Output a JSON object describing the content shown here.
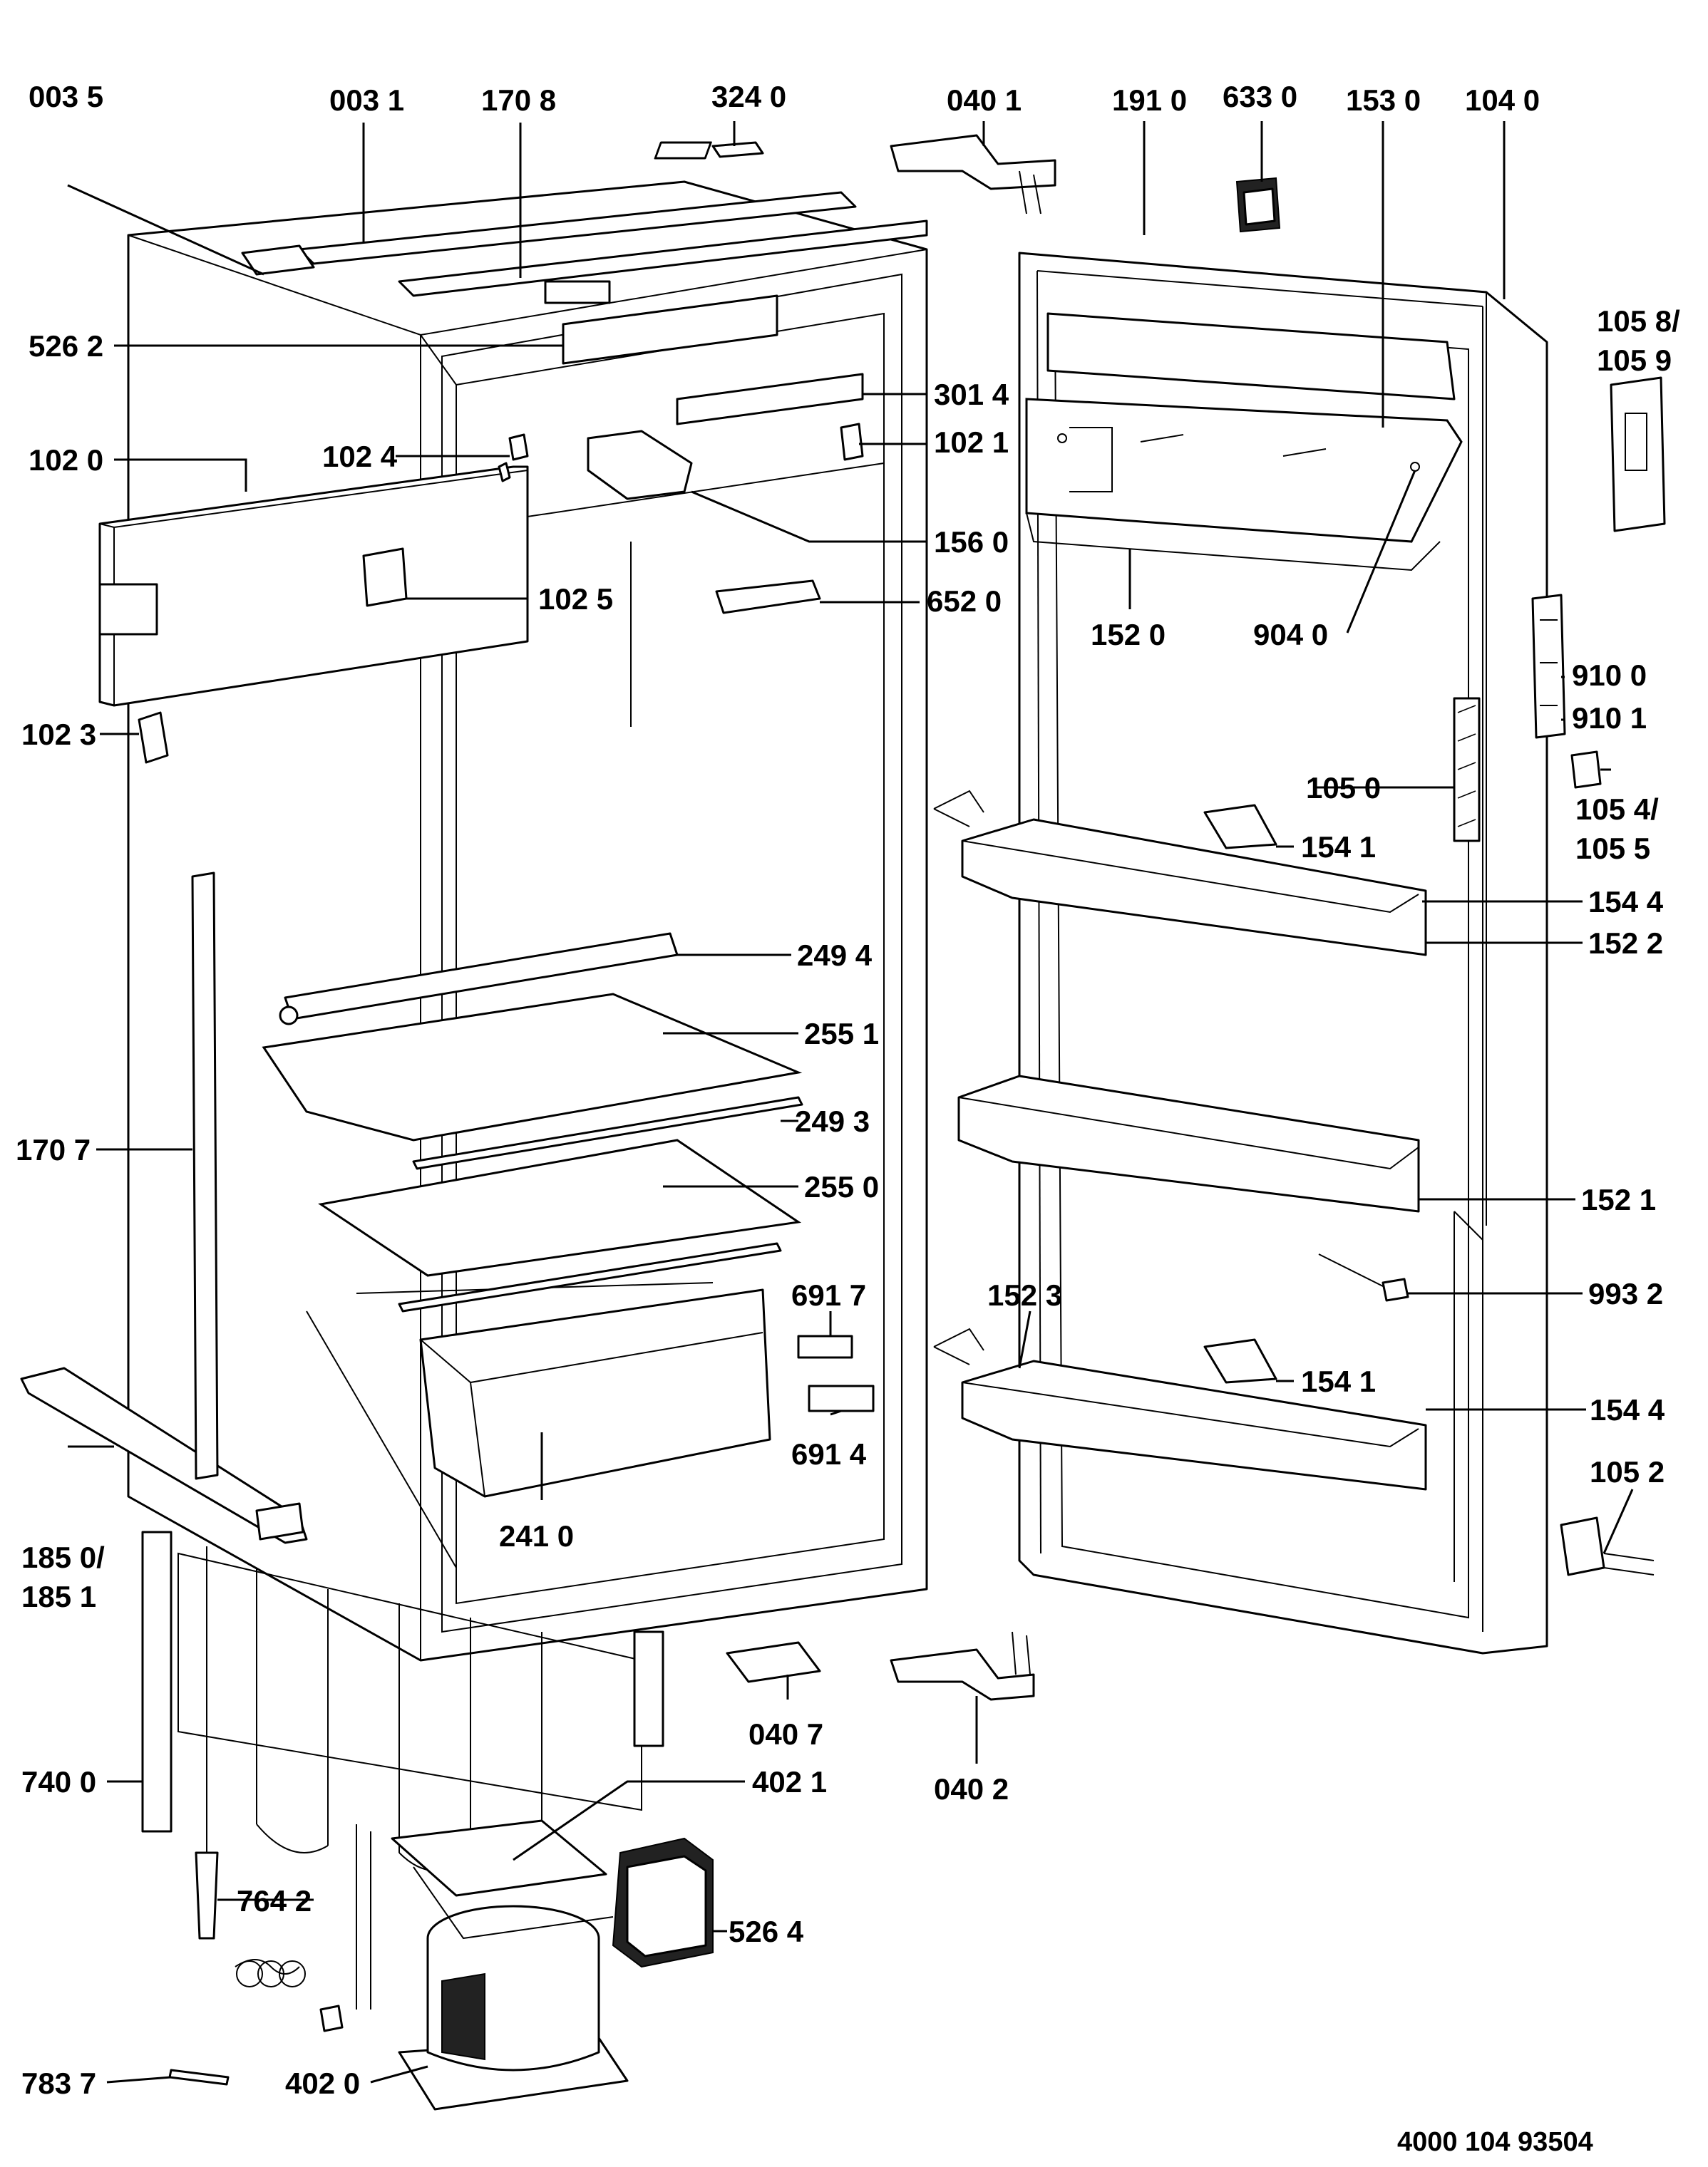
{
  "diagram": {
    "document_id": "4000 104 93504",
    "labels": {
      "l0035": "003 5",
      "l0031": "003 1",
      "l1708": "170 8",
      "l3240": "324 0",
      "l0401": "040 1",
      "l1910": "191 0",
      "l6330": "633 0",
      "l1530": "153 0",
      "l1040": "104 0",
      "l1058": "105 8/",
      "l1059": "105 9",
      "l5262": "526 2",
      "l3014": "301 4",
      "l1020": "102 0",
      "l1024": "102 4",
      "l1021": "102 1",
      "l1560": "156 0",
      "l1025": "102 5",
      "l6520": "652 0",
      "l1520": "152 0",
      "l9040": "904 0",
      "l9100": "910 0",
      "l1023": "102 3",
      "l9101": "910 1",
      "l1050": "105 0",
      "l1054": "105 4/",
      "l1055": "105 5",
      "l1541a": "154 1",
      "l1544a": "154 4",
      "l2494": "249 4",
      "l1522": "152 2",
      "l2551": "255 1",
      "l1707": "170 7",
      "l2493": "249 3",
      "l2550": "255 0",
      "l1521": "152 1",
      "l9932": "993 2",
      "l6917": "691 7",
      "l1523": "152 3",
      "l1541b": "154 1",
      "l1544b": "154 4",
      "l6914": "691 4",
      "l1052": "105 2",
      "l2410": "241 0",
      "l1850": "185 0/",
      "l1851": "185 1",
      "l0407": "040 7",
      "l7400": "740 0",
      "l4021": "402 1",
      "l0402": "040 2",
      "l7642": "764 2",
      "l5264": "526 4",
      "l7837": "783 7",
      "l4020": "402 0"
    }
  }
}
